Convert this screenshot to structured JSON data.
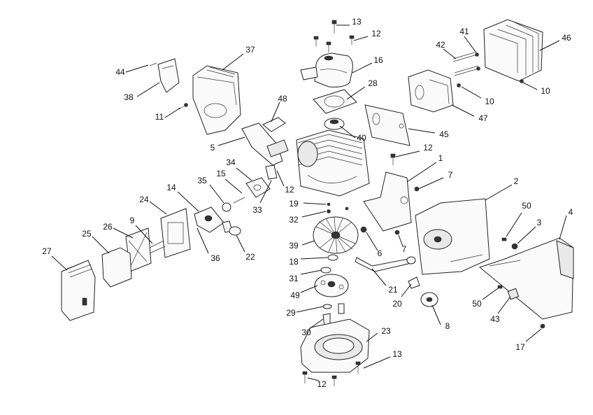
{
  "callouts": [
    {
      "id": "c13a",
      "text": "13"
    },
    {
      "id": "c12a",
      "text": "12"
    },
    {
      "id": "c16",
      "text": "16"
    },
    {
      "id": "c28",
      "text": "28"
    },
    {
      "id": "c40",
      "text": "40"
    },
    {
      "id": "c48",
      "text": "48"
    },
    {
      "id": "c37",
      "text": "37"
    },
    {
      "id": "c44",
      "text": "44"
    },
    {
      "id": "c38",
      "text": "38"
    },
    {
      "id": "c11",
      "text": "11"
    },
    {
      "id": "c5",
      "text": "5"
    },
    {
      "id": "c41",
      "text": "41"
    },
    {
      "id": "c42",
      "text": "42"
    },
    {
      "id": "c46",
      "text": "46"
    },
    {
      "id": "c10a",
      "text": "10"
    },
    {
      "id": "c10b",
      "text": "10"
    },
    {
      "id": "c47",
      "text": "47"
    },
    {
      "id": "c45",
      "text": "45"
    },
    {
      "id": "c12b",
      "text": "12"
    },
    {
      "id": "c1",
      "text": "1"
    },
    {
      "id": "c7a",
      "text": "7"
    },
    {
      "id": "c2",
      "text": "2"
    },
    {
      "id": "c34",
      "text": "34"
    },
    {
      "id": "c15",
      "text": "15"
    },
    {
      "id": "c35",
      "text": "35"
    },
    {
      "id": "c14",
      "text": "14"
    },
    {
      "id": "c12c",
      "text": "12"
    },
    {
      "id": "c33",
      "text": "33"
    },
    {
      "id": "c19",
      "text": "19"
    },
    {
      "id": "c32",
      "text": "32"
    },
    {
      "id": "c24",
      "text": "24"
    },
    {
      "id": "c9",
      "text": "9"
    },
    {
      "id": "c26",
      "text": "26"
    },
    {
      "id": "c25",
      "text": "25"
    },
    {
      "id": "c36",
      "text": "36"
    },
    {
      "id": "c22",
      "text": "22"
    },
    {
      "id": "c27",
      "text": "27"
    },
    {
      "id": "c39",
      "text": "39"
    },
    {
      "id": "c6",
      "text": "6"
    },
    {
      "id": "c7b",
      "text": "7"
    },
    {
      "id": "c18",
      "text": "18"
    },
    {
      "id": "c31",
      "text": "31"
    },
    {
      "id": "c21",
      "text": "21"
    },
    {
      "id": "c20",
      "text": "20"
    },
    {
      "id": "c49",
      "text": "49"
    },
    {
      "id": "c29",
      "text": "29"
    },
    {
      "id": "c30",
      "text": "30"
    },
    {
      "id": "c8",
      "text": "8"
    },
    {
      "id": "c23",
      "text": "23"
    },
    {
      "id": "c13b",
      "text": "13"
    },
    {
      "id": "c12d",
      "text": "12"
    },
    {
      "id": "c50a",
      "text": "50"
    },
    {
      "id": "c3",
      "text": "3"
    },
    {
      "id": "c4",
      "text": "4"
    },
    {
      "id": "c50b",
      "text": "50"
    },
    {
      "id": "c43",
      "text": "43"
    },
    {
      "id": "c17",
      "text": "17"
    }
  ]
}
